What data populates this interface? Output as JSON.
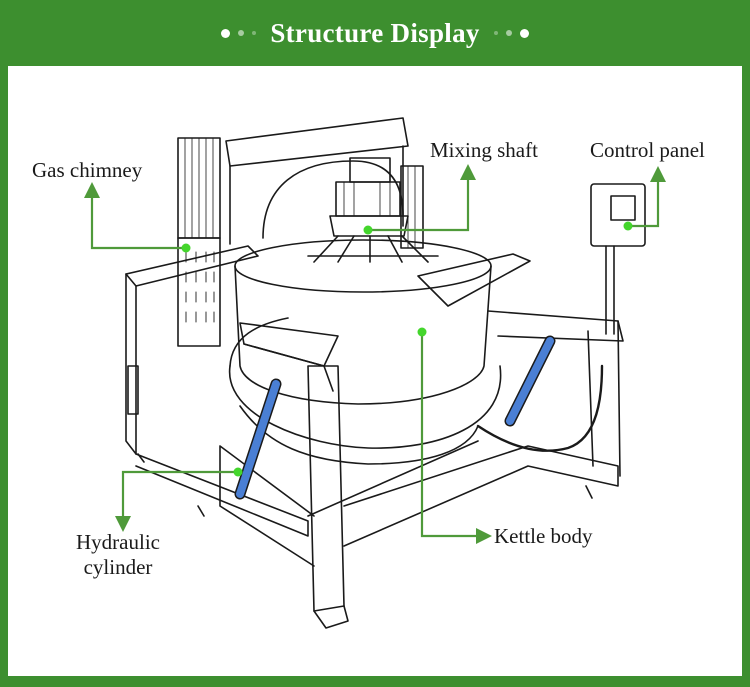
{
  "header": {
    "title": "Structure Display"
  },
  "colors": {
    "brand_green": "#3d8f2f",
    "arrow_green": "#4f9a3a",
    "marker_green": "#44d62c",
    "cylinder_blue": "#4a7fd4"
  },
  "labels": {
    "gas_chimney": "Gas chimney",
    "mixing_shaft": "Mixing shaft",
    "control_panel": "Control panel",
    "hydraulic_cylinder_line1": "Hydraulic",
    "hydraulic_cylinder_line2": "cylinder",
    "kettle_body": "Kettle body"
  }
}
